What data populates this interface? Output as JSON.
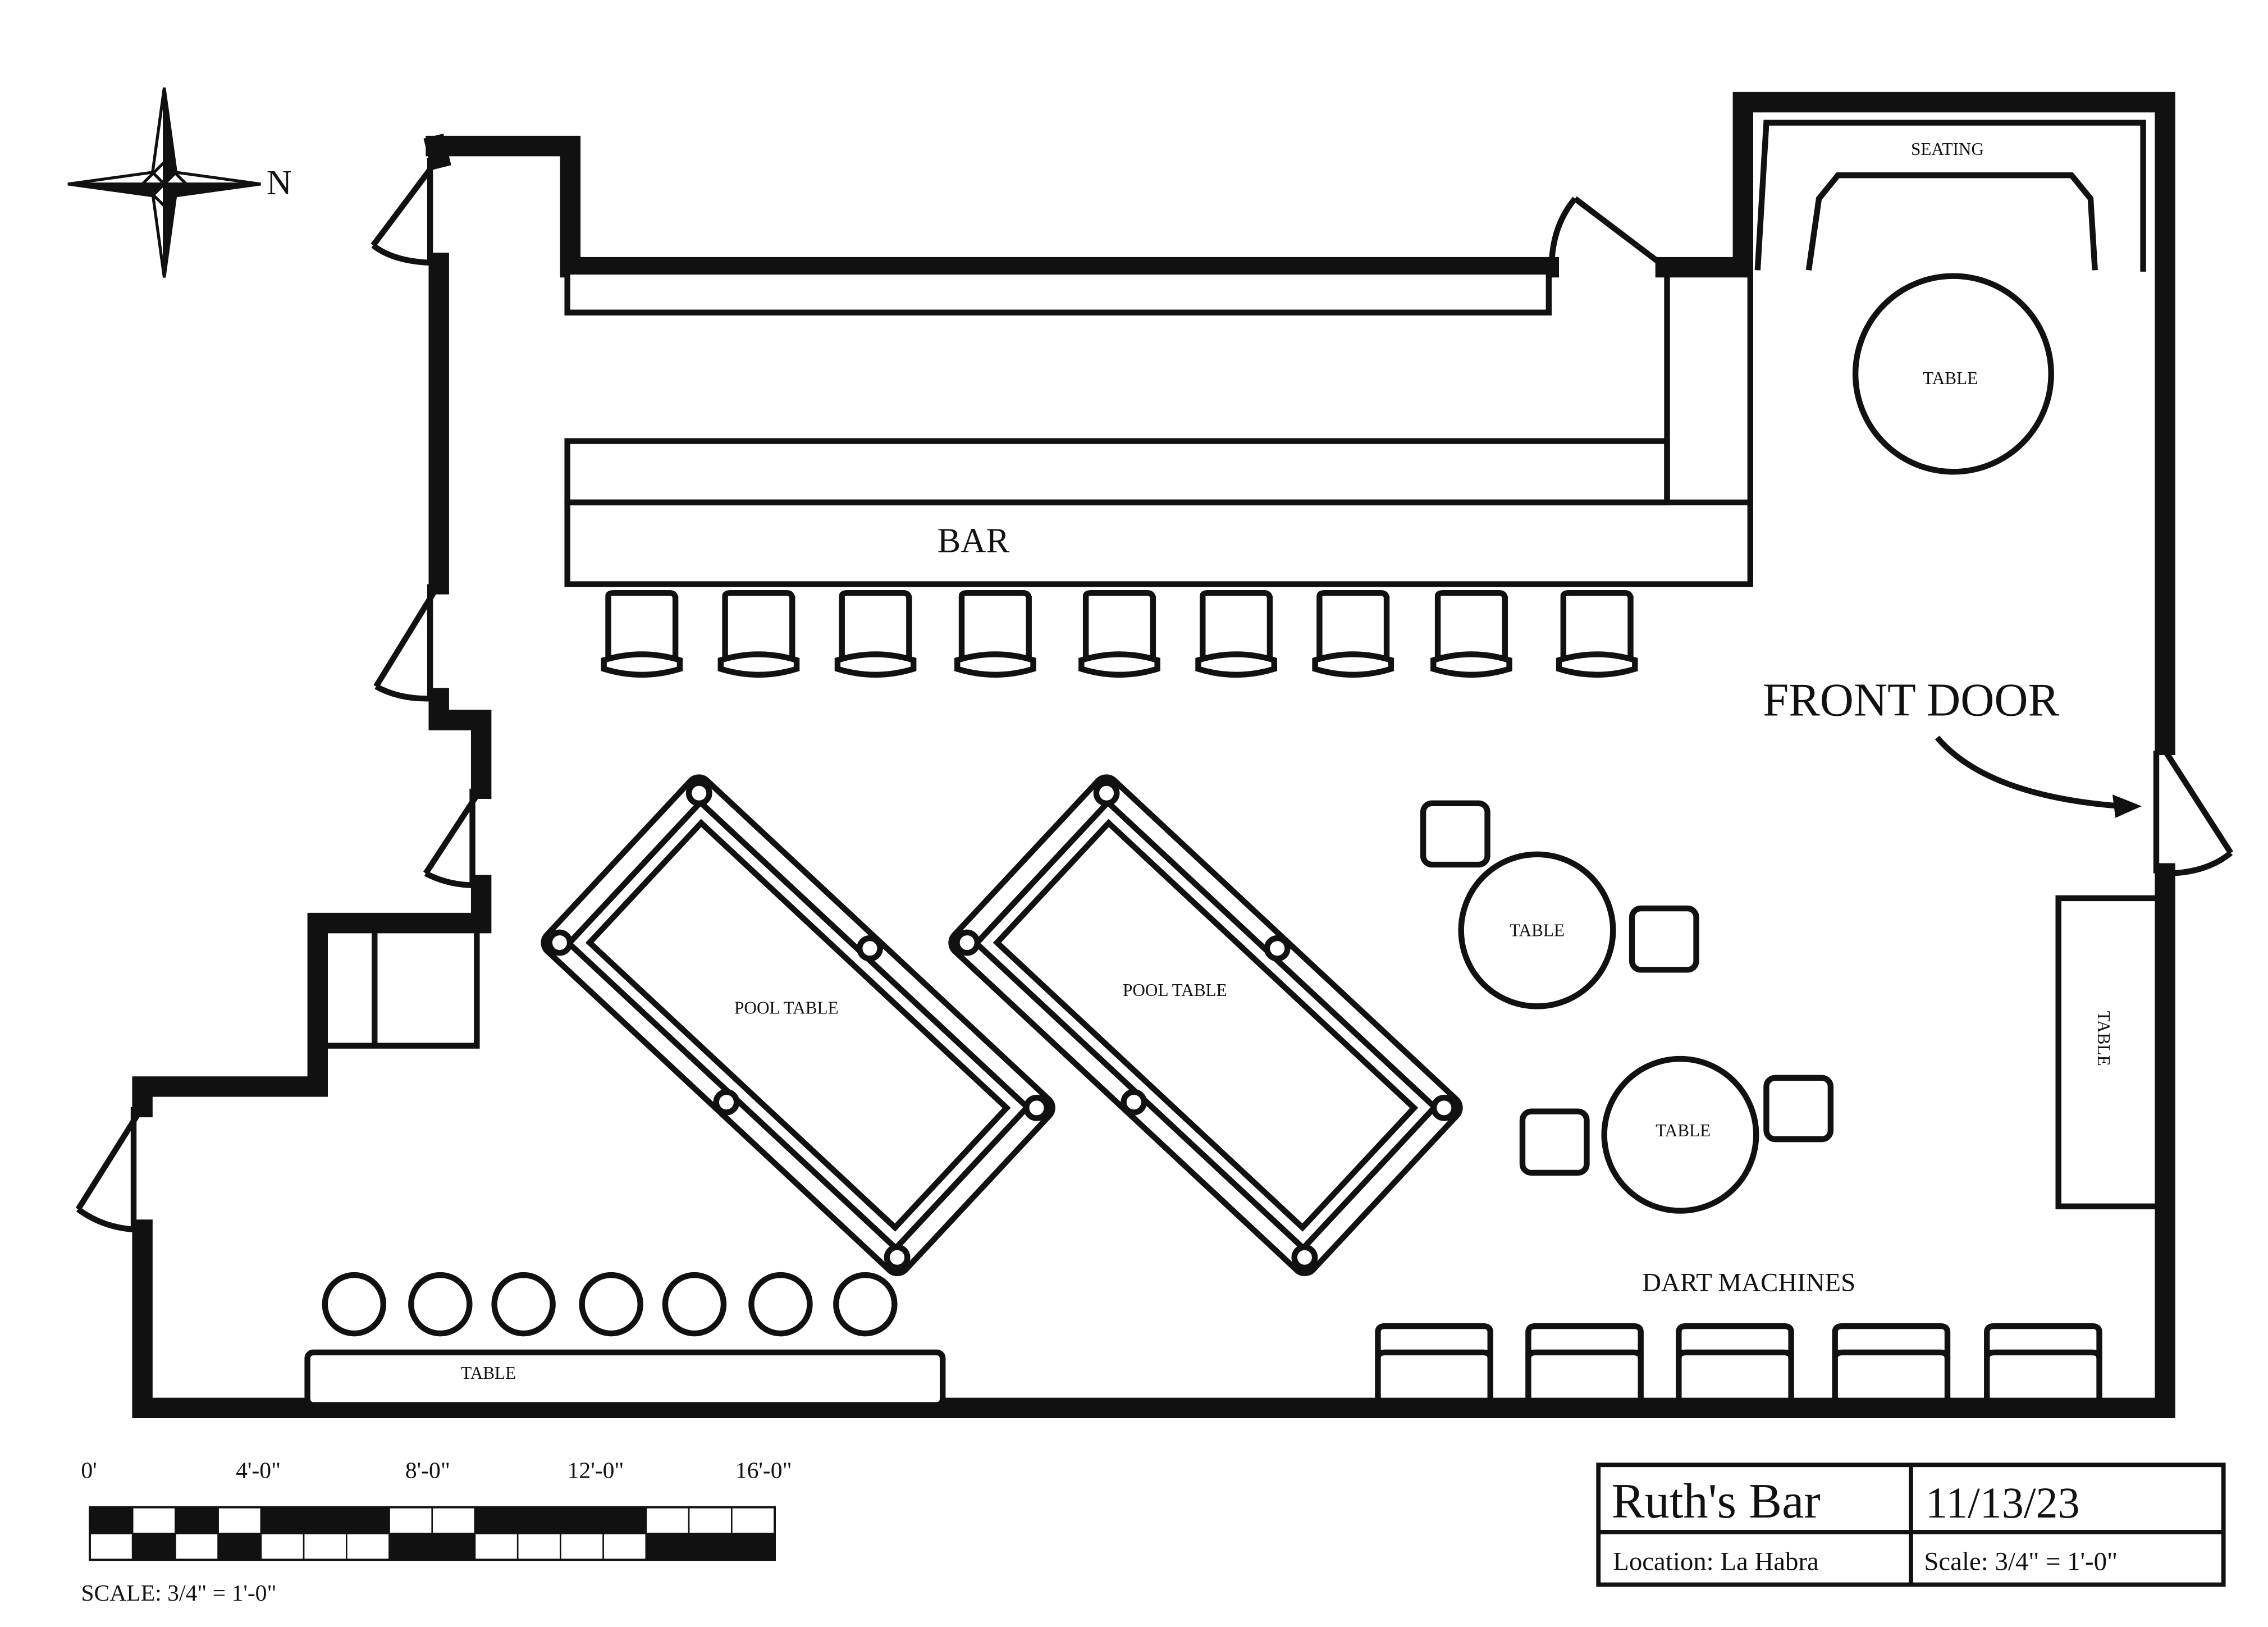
{
  "compass": {
    "north_label": "N",
    "icon": "compass-rose-icon"
  },
  "rooms": {
    "bar": "BAR",
    "seating": "SEATING",
    "front_door": "FRONT DOOR",
    "dart_machines": "DART MACHINES"
  },
  "tables": {
    "round_top_right": "TABLE",
    "round_mid": "TABLE",
    "round_lower": "TABLE",
    "side_right": "TABLE",
    "long_bottom": "TABLE"
  },
  "pool_tables": {
    "left": "POOL TABLE",
    "right": "POOL TABLE"
  },
  "counts": {
    "bar_stools": 9,
    "bottom_stools": 7,
    "dart_machines": 5,
    "pool_tables": 2
  },
  "scale_bar": {
    "ticks": [
      "0'",
      "4'-0\"",
      "8'-0\"",
      "12'-0\"",
      "16'-0\""
    ],
    "caption": "SCALE: 3/4\" = 1'-0\""
  },
  "title_block": {
    "name": "Ruth's Bar",
    "date": "11/13/23",
    "location": "Location: La Habra",
    "scale": "Scale: 3/4\" = 1'-0\""
  }
}
